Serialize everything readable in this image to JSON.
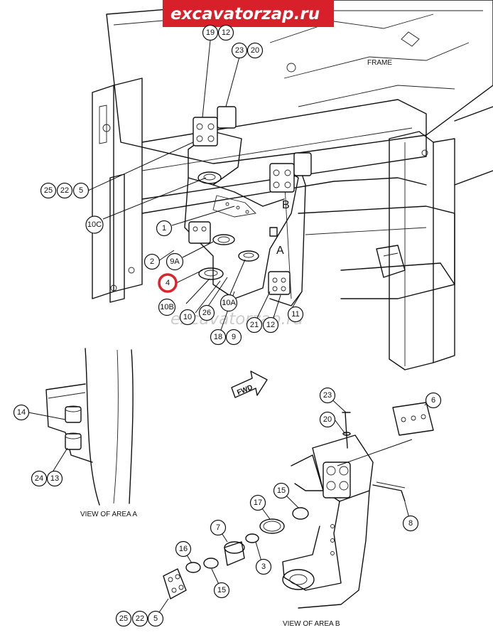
{
  "watermark": {
    "text": "excavatorzap.ru",
    "bg_color": "#d8202a",
    "text_color": "#ffffff"
  },
  "watermark_faint": "excavatorzap.ru",
  "highlight_color": "#e0222a",
  "labels": {
    "frame": "FRAME",
    "fwd": "FWD",
    "letter_a": "A",
    "letter_b": "B",
    "view_a": "VIEW OF AREA A",
    "view_b": "VIEW OF AREA B"
  },
  "callouts": [
    "19",
    "12",
    "23",
    "20",
    "25",
    "22",
    "5",
    "10C",
    "1",
    "2",
    "9A",
    "4",
    "10B",
    "10",
    "26",
    "10A",
    "18",
    "9",
    "21",
    "12",
    "11",
    "14",
    "24",
    "13",
    "23",
    "20",
    "6",
    "15",
    "17",
    "7",
    "16",
    "3",
    "8",
    "15",
    "25",
    "22",
    "5"
  ]
}
